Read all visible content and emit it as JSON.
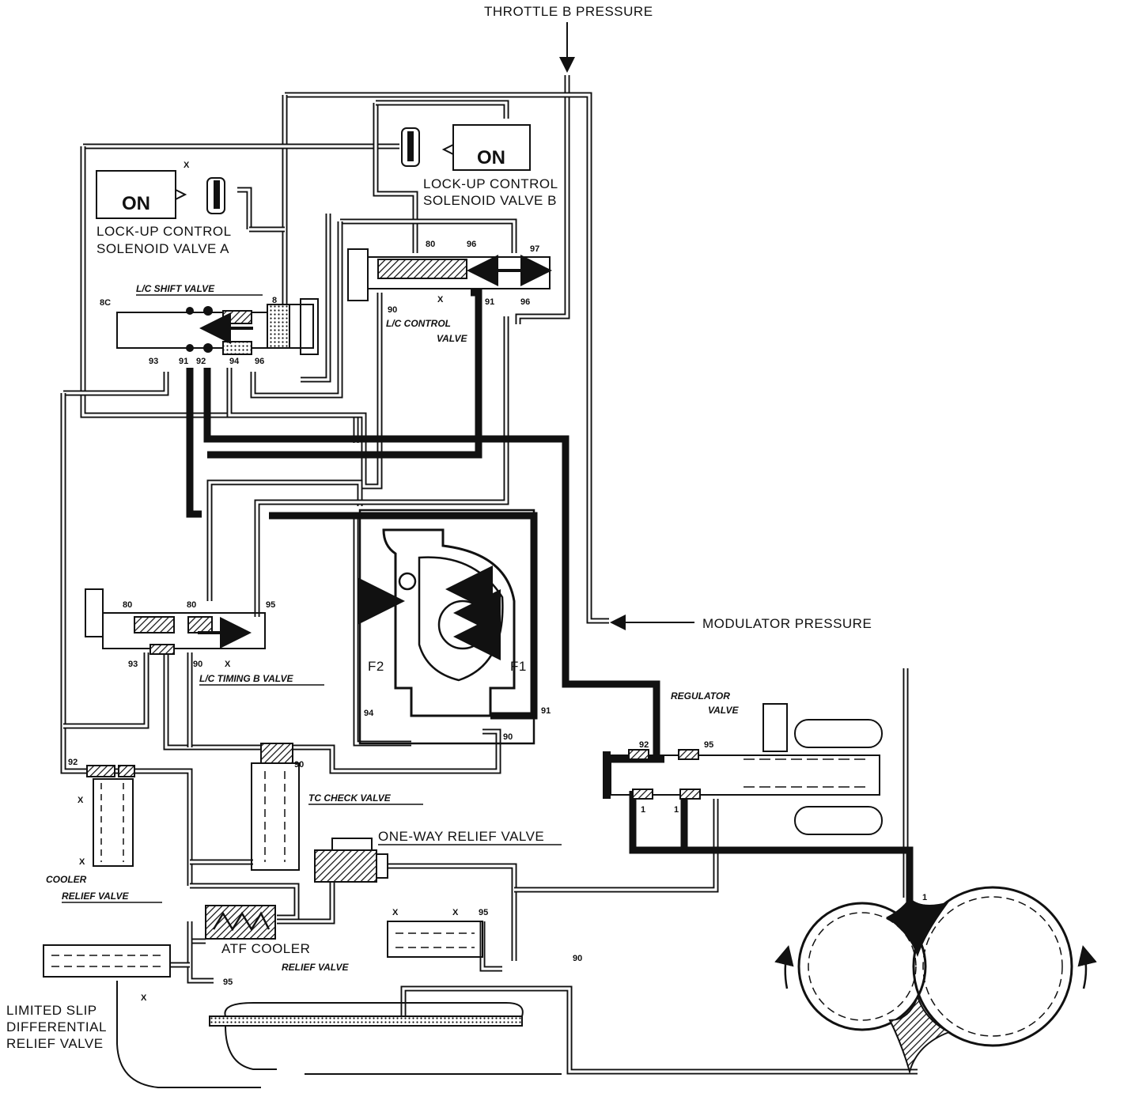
{
  "labels": {
    "throttle_b": "THROTTLE B PRESSURE",
    "modulator": "MODULATOR PRESSURE",
    "solenoid_a_state": "ON",
    "solenoid_a_line1": "LOCK-UP CONTROL",
    "solenoid_a_line2": "SOLENOID VALVE A",
    "solenoid_b_state": "ON",
    "solenoid_b_line1": "LOCK-UP CONTROL",
    "solenoid_b_line2": "SOLENOID VALVE B",
    "lc_shift_valve": "L/C SHIFT VALVE",
    "lc_control_valve_1": "L/C CONTROL",
    "lc_control_valve_2": "VALVE",
    "lc_timing_b_valve": "L/C TIMING B VALVE",
    "regulator_valve_1": "REGULATOR",
    "regulator_valve_2": "VALVE",
    "tc_check_valve": "TC CHECK VALVE",
    "one_way_relief": "ONE-WAY RELIEF VALVE",
    "cooler_relief_1": "COOLER",
    "cooler_relief_2": "RELIEF VALVE",
    "atf_cooler": "ATF COOLER",
    "relief_valve": "RELIEF VALVE",
    "lsd_line1": "LIMITED SLIP",
    "lsd_line2": "DIFFERENTIAL",
    "lsd_line3": "RELIEF VALVE",
    "f1": "F1",
    "f2": "F2"
  },
  "ports": {
    "p_sa_x": "X",
    "p_86c": "8C",
    "p_8": "8",
    "p_93a": "93",
    "p_91a": "91",
    "p_92a": "92",
    "p_94a": "94",
    "p_96a": "96",
    "p_80b": "80",
    "p_96b": "96",
    "p_97": "97",
    "p_90b": "90",
    "p_xb": "X",
    "p_91b": "91",
    "p_96c": "96",
    "p_80t": "80",
    "p_80t2": "80",
    "p_95t": "95",
    "p_93t": "93",
    "p_90t": "90",
    "p_xt": "X",
    "p_94c": "94",
    "p_91c": "91",
    "p_90c": "90",
    "p_92r": "92",
    "p_95r": "95",
    "p_1r": "1",
    "p_1r2": "1",
    "p_92cr": "92",
    "p_xcr1": "X",
    "p_xcr2": "X",
    "p_90tc": "90",
    "p_xrv1": "X",
    "p_xrv2": "X",
    "p_95rv": "95",
    "p_90rv": "90",
    "p_95atf": "95",
    "p_xlsd": "X",
    "p_1pump": "1"
  }
}
